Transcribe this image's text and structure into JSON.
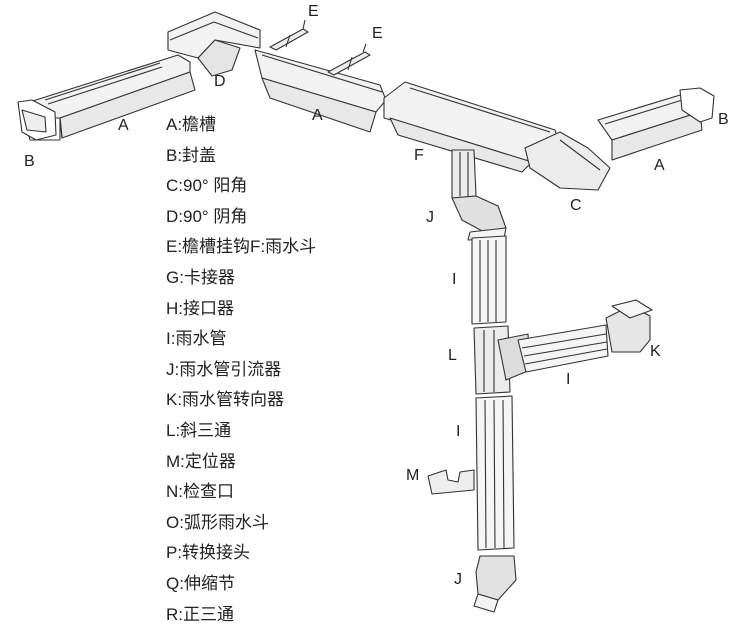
{
  "legend": [
    "A:檐槽",
    "B:封盖",
    "C:90°  阳角",
    "D:90°  阴角",
    "E:檐槽挂钩F:雨水斗",
    "G:卡接器",
    "H:接口器",
    "I:雨水管",
    "J:雨水管引流器",
    "K:雨水管转向器",
    "L:斜三通",
    "M:定位器",
    "N:检查口",
    "O:弧形雨水斗",
    "P:转换接头",
    "Q:伸缩节",
    "R:正三通"
  ],
  "callouts": {
    "a": "A",
    "b": "B",
    "c": "C",
    "d": "D",
    "e": "E",
    "f": "F",
    "i": "I",
    "j": "J",
    "k": "K",
    "l": "L",
    "m": "M"
  },
  "colors": {
    "line": "#333333",
    "fill": "#ffffff",
    "shade": "#e6e6e6",
    "dark": "#cfcfcf"
  }
}
